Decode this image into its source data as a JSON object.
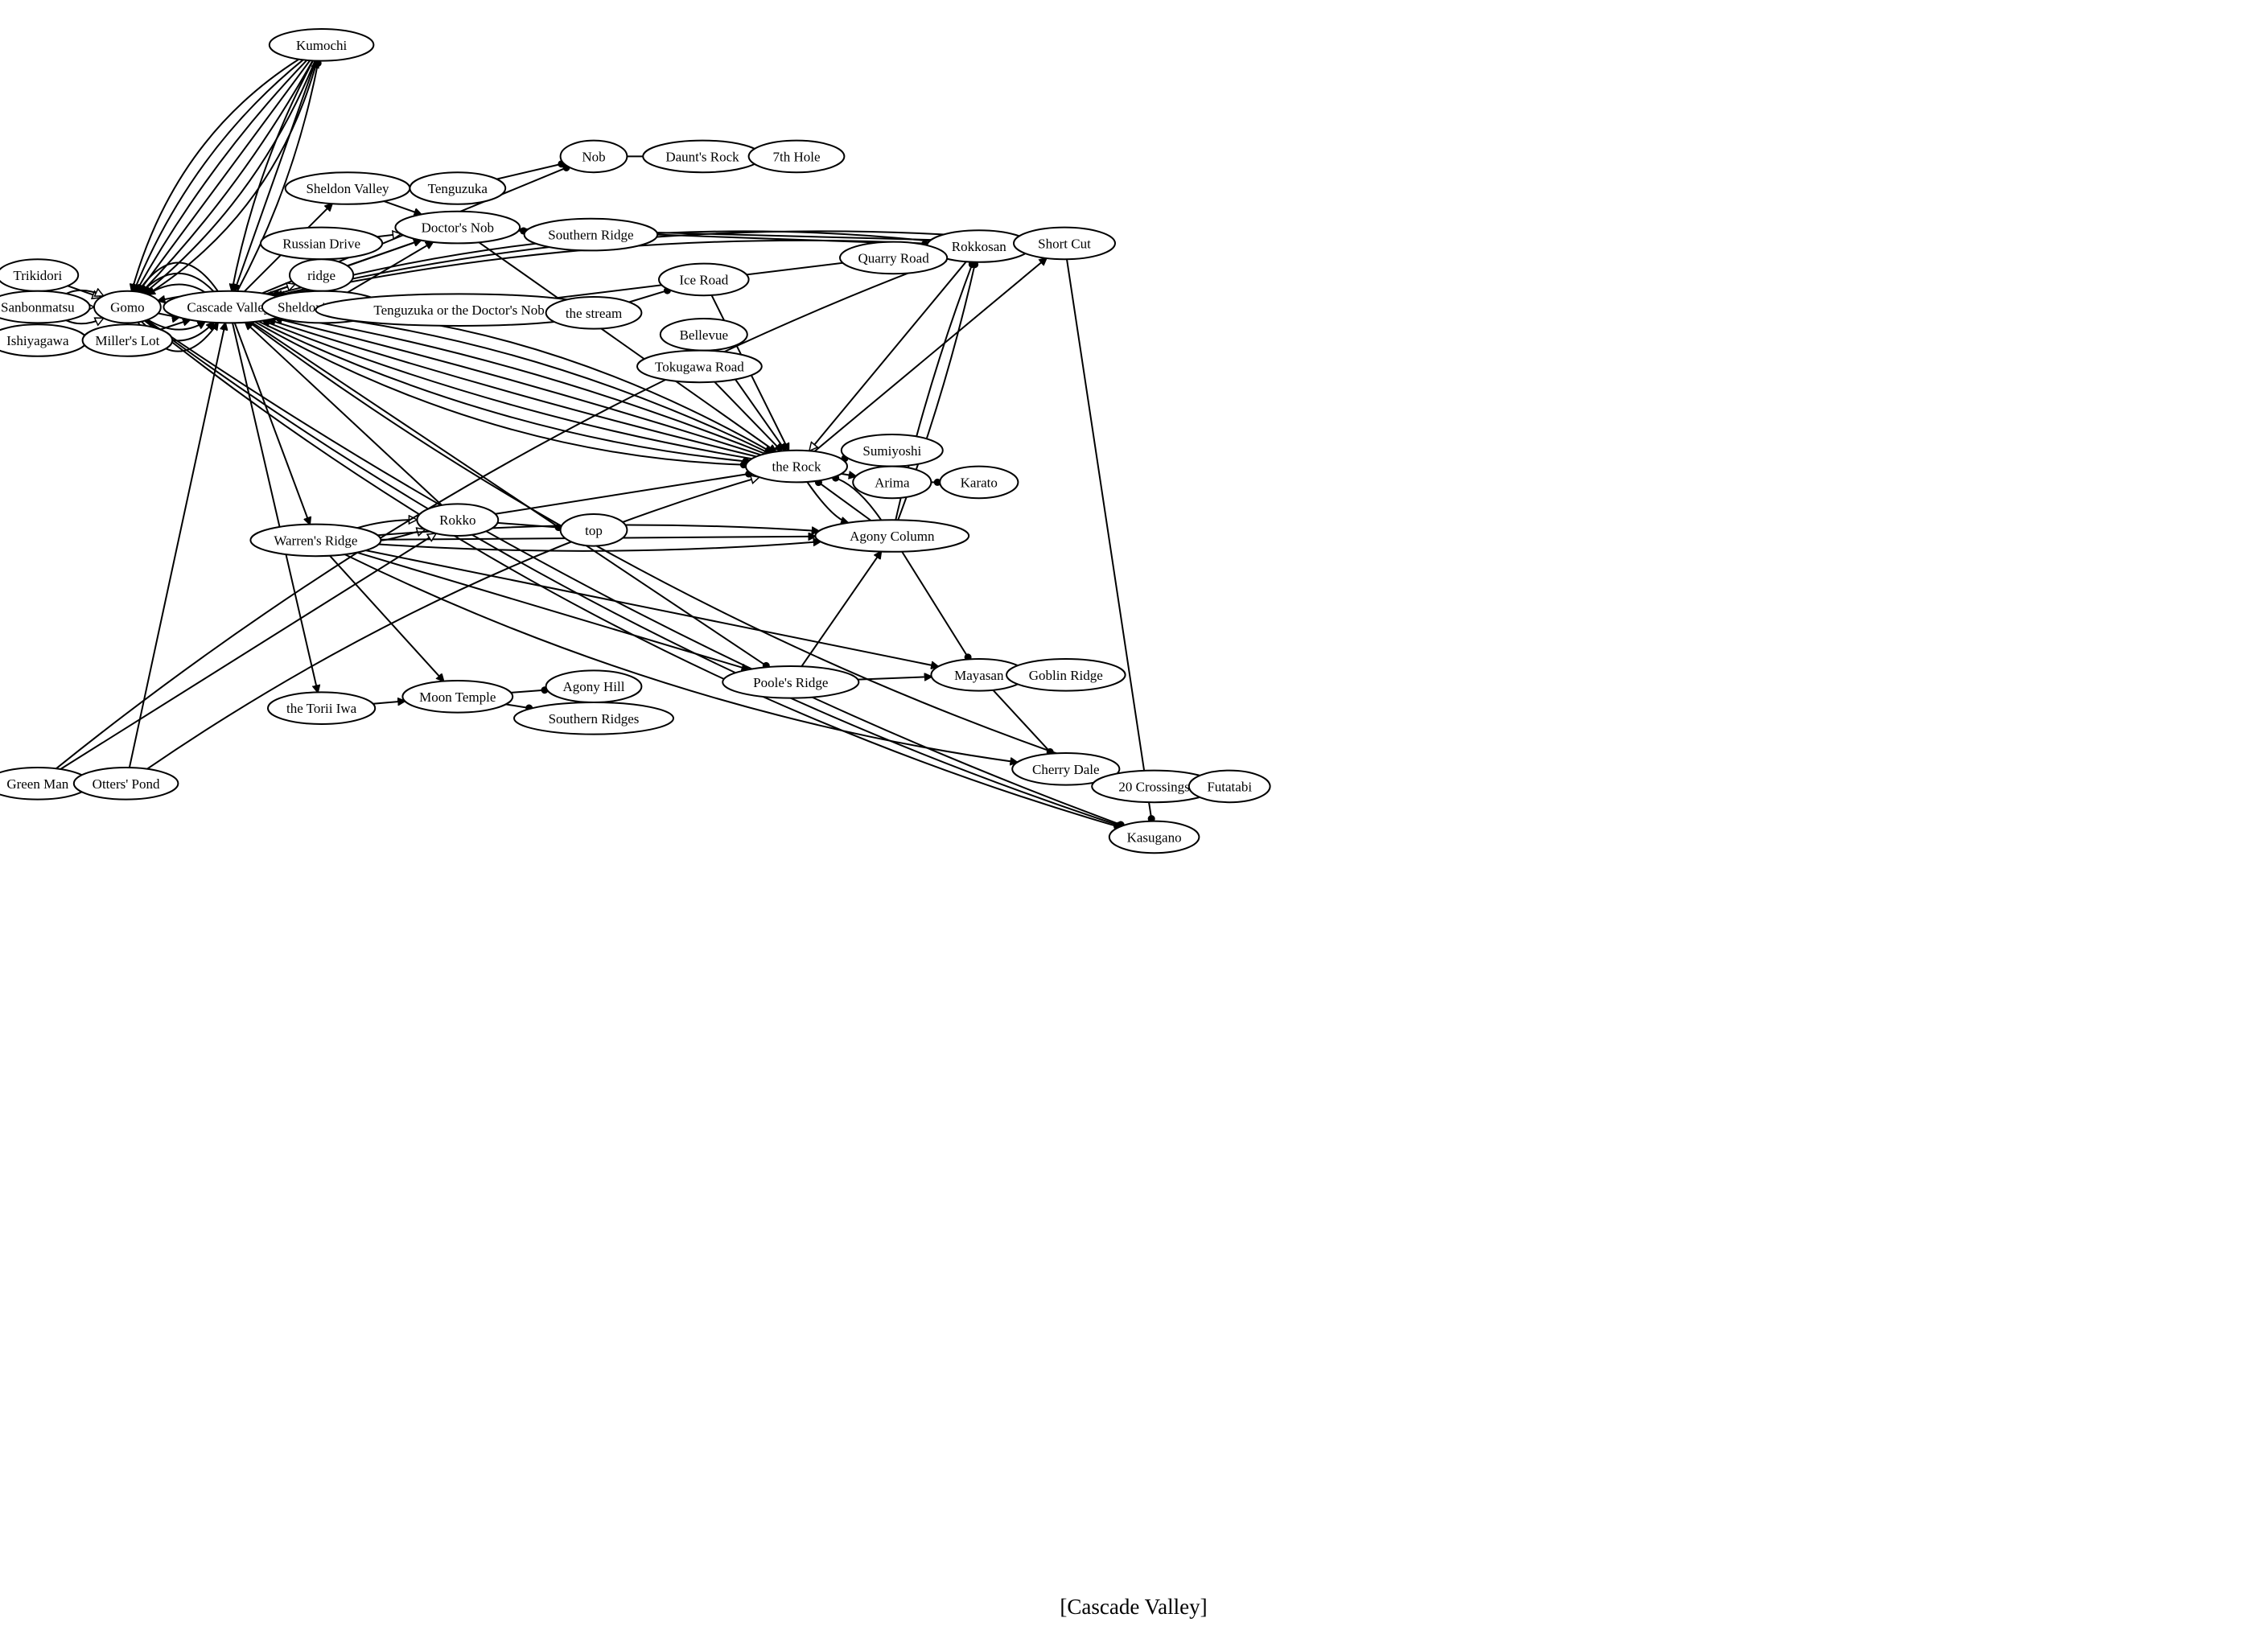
{
  "caption": "[Cascade Valley]",
  "nodes": [
    {
      "id": "kumochi",
      "label": "Kumochi"
    },
    {
      "id": "nob",
      "label": "Nob"
    },
    {
      "id": "daunts_rock",
      "label": "Daunt's Rock"
    },
    {
      "id": "7th_hole",
      "label": "7th Hole"
    },
    {
      "id": "sheldon_valley",
      "label": "Sheldon Valley"
    },
    {
      "id": "tenguzuka",
      "label": "Tenguzuka"
    },
    {
      "id": "doctors_nob",
      "label": "Doctor's Nob"
    },
    {
      "id": "southern_ridge",
      "label": "Southern Ridge"
    },
    {
      "id": "russian_drive",
      "label": "Russian Drive"
    },
    {
      "id": "rokkosan",
      "label": "Rokkosan"
    },
    {
      "id": "short_cut",
      "label": "Short Cut"
    },
    {
      "id": "quarry_road",
      "label": "Quarry Road"
    },
    {
      "id": "trikidori",
      "label": "Trikidori"
    },
    {
      "id": "ridge",
      "label": "ridge"
    },
    {
      "id": "ice_road",
      "label": "Ice Road"
    },
    {
      "id": "sanbonmatsu",
      "label": "Sanbonmatsu"
    },
    {
      "id": "gomo",
      "label": "Gomo"
    },
    {
      "id": "cascade_valley",
      "label": "Cascade Valley"
    },
    {
      "id": "sheldons_valley",
      "label": "Sheldon's Valley"
    },
    {
      "id": "tenguzuka_doctors_nob",
      "label": "Tenguzuka or the Doctor's Nob"
    },
    {
      "id": "the_stream",
      "label": "the stream"
    },
    {
      "id": "ishiyagawa",
      "label": "Ishiyagawa"
    },
    {
      "id": "millers_lot",
      "label": "Miller's Lot"
    },
    {
      "id": "bellevue",
      "label": "Bellevue"
    },
    {
      "id": "tokugawa_road",
      "label": "Tokugawa Road"
    },
    {
      "id": "sumiyoshi",
      "label": "Sumiyoshi"
    },
    {
      "id": "the_rock",
      "label": "the Rock"
    },
    {
      "id": "arima",
      "label": "Arima"
    },
    {
      "id": "karato",
      "label": "Karato"
    },
    {
      "id": "rokko",
      "label": "Rokko"
    },
    {
      "id": "top",
      "label": "top"
    },
    {
      "id": "warrens_ridge",
      "label": "Warren's Ridge"
    },
    {
      "id": "agony_column",
      "label": "Agony Column"
    },
    {
      "id": "mayasan",
      "label": "Mayasan"
    },
    {
      "id": "goblin_ridge",
      "label": "Goblin Ridge"
    },
    {
      "id": "pooles_ridge",
      "label": "Poole's Ridge"
    },
    {
      "id": "agony_hill",
      "label": "Agony Hill"
    },
    {
      "id": "moon_temple",
      "label": "Moon Temple"
    },
    {
      "id": "the_torii_iwa",
      "label": "the Torii Iwa"
    },
    {
      "id": "southern_ridges",
      "label": "Southern Ridges"
    },
    {
      "id": "cherry_dale",
      "label": "Cherry Dale"
    },
    {
      "id": "green_man",
      "label": "Green Man"
    },
    {
      "id": "otters_pond",
      "label": "Otters' Pond"
    },
    {
      "id": "20_crossings",
      "label": "20 Crossings"
    },
    {
      "id": "futatabi",
      "label": "Futatabi"
    },
    {
      "id": "kasugano",
      "label": "Kasugano"
    }
  ],
  "edges": [
    {
      "from": "trikidori",
      "to": "gomo",
      "head": "empty"
    },
    {
      "from": "sanbonmatsu",
      "to": "gomo",
      "head": "empty"
    },
    {
      "from": "sanbonmatsu",
      "to": "gomo",
      "head": "empty"
    },
    {
      "from": "sanbonmatsu",
      "to": "gomo",
      "head": "empty"
    },
    {
      "from": "ishiyagawa",
      "to": "millers_lot",
      "head": "empty"
    },
    {
      "from": "millers_lot",
      "to": "gomo",
      "head": "normal"
    },
    {
      "from": "millers_lot",
      "to": "cascade_valley",
      "head": "normal"
    },
    {
      "from": "kumochi",
      "to": "gomo",
      "head": "normal"
    },
    {
      "from": "kumochi",
      "to": "gomo",
      "head": "normal"
    },
    {
      "from": "kumochi",
      "to": "gomo",
      "head": "normal"
    },
    {
      "from": "kumochi",
      "to": "gomo",
      "head": "normal"
    },
    {
      "from": "kumochi",
      "to": "gomo",
      "head": "normal"
    },
    {
      "from": "kumochi",
      "to": "gomo",
      "head": "normal"
    },
    {
      "from": "kumochi",
      "to": "cascade_valley",
      "head": "normal"
    },
    {
      "from": "kumochi",
      "to": "cascade_valley",
      "head": "normal"
    },
    {
      "from": "cascade_valley",
      "to": "kumochi",
      "head": "dot"
    },
    {
      "from": "gomo",
      "to": "cascade_valley",
      "head": "normal"
    },
    {
      "from": "gomo",
      "to": "cascade_valley",
      "head": "normal"
    },
    {
      "from": "gomo",
      "to": "cascade_valley",
      "head": "normal"
    },
    {
      "from": "gomo",
      "to": "cascade_valley",
      "head": "normal"
    },
    {
      "from": "cascade_valley",
      "to": "gomo",
      "head": "normal"
    },
    {
      "from": "cascade_valley",
      "to": "gomo",
      "head": "normal"
    },
    {
      "from": "cascade_valley",
      "to": "gomo",
      "head": "normal"
    },
    {
      "from": "cascade_valley",
      "to": "gomo",
      "head": "normal"
    },
    {
      "from": "cascade_valley",
      "to": "nob",
      "head": "dot"
    },
    {
      "from": "nob",
      "to": "daunts_rock",
      "head": "normal"
    },
    {
      "from": "daunts_rock",
      "to": "7th_hole",
      "head": "dot"
    },
    {
      "from": "cascade_valley",
      "to": "sheldon_valley",
      "head": "normal"
    },
    {
      "from": "sheldon_valley",
      "to": "tenguzuka",
      "head": "normal"
    },
    {
      "from": "sheldon_valley",
      "to": "doctors_nob",
      "head": "normal"
    },
    {
      "from": "tenguzuka",
      "to": "nob",
      "head": "dot"
    },
    {
      "from": "cascade_valley",
      "to": "doctors_nob",
      "head": "normal"
    },
    {
      "from": "russian_drive",
      "to": "doctors_nob",
      "head": "empty"
    },
    {
      "from": "ridge",
      "to": "doctors_nob",
      "head": "normal"
    },
    {
      "from": "sheldons_valley",
      "to": "doctors_nob",
      "head": "normal"
    },
    {
      "from": "doctors_nob",
      "to": "southern_ridge",
      "head": "dot"
    },
    {
      "from": "doctors_nob",
      "to": "rokkosan",
      "head": "dot"
    },
    {
      "from": "doctors_nob",
      "to": "short_cut",
      "head": "dot"
    },
    {
      "from": "doctors_nob",
      "to": "the_rock",
      "head": "normal"
    },
    {
      "from": "cascade_valley",
      "to": "ridge",
      "head": "empty"
    },
    {
      "from": "cascade_valley",
      "to": "sheldons_valley",
      "head": "normal"
    },
    {
      "from": "cascade_valley",
      "to": "sheldons_valley",
      "head": "normal"
    },
    {
      "from": "sheldons_valley",
      "to": "tenguzuka_doctors_nob",
      "head": "normal"
    },
    {
      "from": "cascade_valley",
      "to": "tenguzuka_doctors_nob",
      "head": "normal"
    },
    {
      "from": "tenguzuka_doctors_nob",
      "to": "the_stream",
      "head": "normal"
    },
    {
      "from": "tenguzuka_doctors_nob",
      "to": "rokkosan",
      "head": "dot"
    },
    {
      "from": "the_stream",
      "to": "ice_road",
      "head": "dot"
    },
    {
      "from": "ice_road",
      "to": "the_rock",
      "head": "normal"
    },
    {
      "from": "cascade_valley",
      "to": "the_rock",
      "head": "normal"
    },
    {
      "from": "bellevue",
      "to": "the_rock",
      "head": "normal"
    },
    {
      "from": "tokugawa_road",
      "to": "the_rock",
      "head": "normal"
    },
    {
      "from": "quarry_road",
      "to": "rokkosan",
      "head": "empty"
    },
    {
      "from": "rokkosan",
      "to": "short_cut",
      "head": "normal"
    },
    {
      "from": "rokkosan",
      "to": "cascade_valley",
      "head": "normal"
    },
    {
      "from": "rokkosan",
      "to": "cascade_valley",
      "head": "normal"
    },
    {
      "from": "rokkosan",
      "to": "the_rock",
      "head": "empty"
    },
    {
      "from": "short_cut",
      "to": "cascade_valley",
      "head": "normal"
    },
    {
      "from": "short_cut",
      "to": "kasugano",
      "head": "dot"
    },
    {
      "from": "the_rock",
      "to": "short_cut",
      "head": "normal"
    },
    {
      "from": "the_rock",
      "to": "sumiyoshi",
      "head": "dot"
    },
    {
      "from": "the_rock",
      "to": "arima",
      "head": "normal"
    },
    {
      "from": "arima",
      "to": "karato",
      "head": "dot"
    },
    {
      "from": "the_rock",
      "to": "cascade_valley",
      "head": "normal"
    },
    {
      "from": "the_rock",
      "to": "cascade_valley",
      "head": "normal"
    },
    {
      "from": "the_rock",
      "to": "cascade_valley",
      "head": "normal"
    },
    {
      "from": "the_rock",
      "to": "cascade_valley",
      "head": "normal"
    },
    {
      "from": "the_rock",
      "to": "cascade_valley",
      "head": "normal"
    },
    {
      "from": "cascade_valley",
      "to": "the_rock",
      "head": "dot"
    },
    {
      "from": "cascade_valley",
      "to": "the_rock",
      "head": "dot"
    },
    {
      "from": "the_rock",
      "to": "agony_column",
      "head": "normal"
    },
    {
      "from": "agony_column",
      "to": "the_rock",
      "head": "dot"
    },
    {
      "from": "agony_column",
      "to": "the_rock",
      "head": "dot"
    },
    {
      "from": "agony_column",
      "to": "rokkosan",
      "head": "dot"
    },
    {
      "from": "agony_column",
      "to": "rokkosan",
      "head": "dot"
    },
    {
      "from": "agony_column",
      "to": "mayasan",
      "head": "dot"
    },
    {
      "from": "rokko",
      "to": "cascade_valley",
      "head": "normal"
    },
    {
      "from": "rokko",
      "to": "the_rock",
      "head": "dot"
    },
    {
      "from": "rokko",
      "to": "top",
      "head": "dot"
    },
    {
      "from": "cascade_valley",
      "to": "warrens_ridge",
      "head": "normal"
    },
    {
      "from": "warrens_ridge",
      "to": "rokko",
      "head": "empty"
    },
    {
      "from": "warrens_ridge",
      "to": "rokko",
      "head": "empty"
    },
    {
      "from": "warrens_ridge",
      "to": "agony_column",
      "head": "normal"
    },
    {
      "from": "warrens_ridge",
      "to": "agony_column",
      "head": "normal"
    },
    {
      "from": "warrens_ridge",
      "to": "agony_column",
      "head": "normal"
    },
    {
      "from": "warrens_ridge",
      "to": "mayasan",
      "head": "normal"
    },
    {
      "from": "warrens_ridge",
      "to": "moon_temple",
      "head": "normal"
    },
    {
      "from": "warrens_ridge",
      "to": "pooles_ridge",
      "head": "normal"
    },
    {
      "from": "warrens_ridge",
      "to": "cherry_dale",
      "head": "normal"
    },
    {
      "from": "cascade_valley",
      "to": "the_torii_iwa",
      "head": "normal"
    },
    {
      "from": "the_torii_iwa",
      "to": "moon_temple",
      "head": "normal"
    },
    {
      "from": "moon_temple",
      "to": "agony_hill",
      "head": "dot"
    },
    {
      "from": "moon_temple",
      "to": "southern_ridges",
      "head": "dot"
    },
    {
      "from": "cascade_valley",
      "to": "pooles_ridge",
      "head": "dot"
    },
    {
      "from": "pooles_ridge",
      "to": "mayasan",
      "head": "normal"
    },
    {
      "from": "pooles_ridge",
      "to": "agony_column",
      "head": "normal"
    },
    {
      "from": "mayasan",
      "to": "goblin_ridge",
      "head": "dot"
    },
    {
      "from": "mayasan",
      "to": "cherry_dale",
      "head": "dot"
    },
    {
      "from": "cherry_dale",
      "to": "20_crossings",
      "head": "dot"
    },
    {
      "from": "20_crossings",
      "to": "futatabi",
      "head": "dot"
    },
    {
      "from": "cascade_valley",
      "to": "20_crossings",
      "head": "normal"
    },
    {
      "from": "green_man",
      "to": "otters_pond",
      "head": "empty"
    },
    {
      "from": "green_man",
      "to": "rokko",
      "head": "empty"
    },
    {
      "from": "green_man",
      "to": "rokkosan",
      "head": "dot"
    },
    {
      "from": "otters_pond",
      "to": "the_rock",
      "head": "empty"
    },
    {
      "from": "otters_pond",
      "to": "cascade_valley",
      "head": "normal"
    },
    {
      "from": "gomo",
      "to": "kasugano",
      "head": "dot"
    },
    {
      "from": "gomo",
      "to": "kasugano",
      "head": "dot"
    },
    {
      "from": "gomo",
      "to": "kasugano",
      "head": "dot"
    },
    {
      "from": "gomo",
      "to": "kumochi",
      "head": "normal"
    }
  ]
}
